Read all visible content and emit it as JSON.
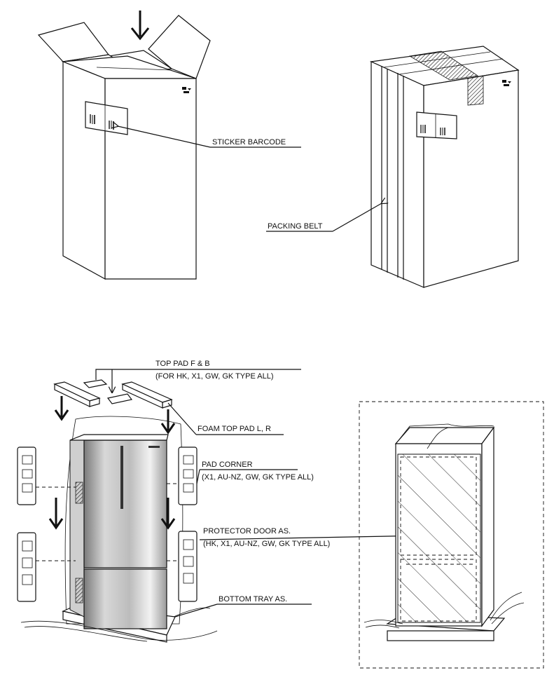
{
  "labels": {
    "sticker_barcode": "STICKER BARCODE",
    "packing_belt": "PACKING BELT",
    "top_pad_title": "TOP PAD F & B",
    "top_pad_note": "(FOR HK, X1, GW, GK TYPE ALL)",
    "foam_top_pad": "FOAM TOP PAD  L, R",
    "pad_corner_title": "PAD CORNER",
    "pad_corner_note": "(X1, AU-NZ, GW, GK TYPE ALL)",
    "protector_door_title": "PROTECTOR DOOR AS.",
    "protector_door_note": "(HK, X1, AU-NZ, GW, GK TYPE ALL)",
    "bottom_tray": "BOTTOM TRAY AS."
  },
  "colors": {
    "line": "#111111",
    "fridge_light": "#e4e4e4",
    "fridge_dark": "#8c8c8c"
  },
  "icons": [
    "down-arrow-icon",
    "fragile-mark-icon",
    "barcode-icon"
  ]
}
